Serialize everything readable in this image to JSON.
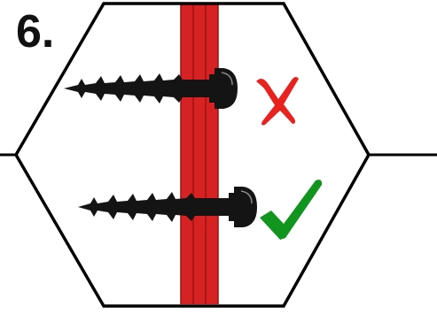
{
  "step": {
    "label": "6."
  },
  "illustration": {
    "rows": [
      {
        "status": "incorrect",
        "status_icon": "cross-icon",
        "status_color": "#e8231f"
      },
      {
        "status": "correct",
        "status_icon": "check-icon",
        "status_color": "#12951e"
      }
    ]
  },
  "colors": {
    "panel_strip": "#d62222",
    "panel_edge": "#9a1313",
    "screw": "#141414",
    "outline": "#000000"
  }
}
